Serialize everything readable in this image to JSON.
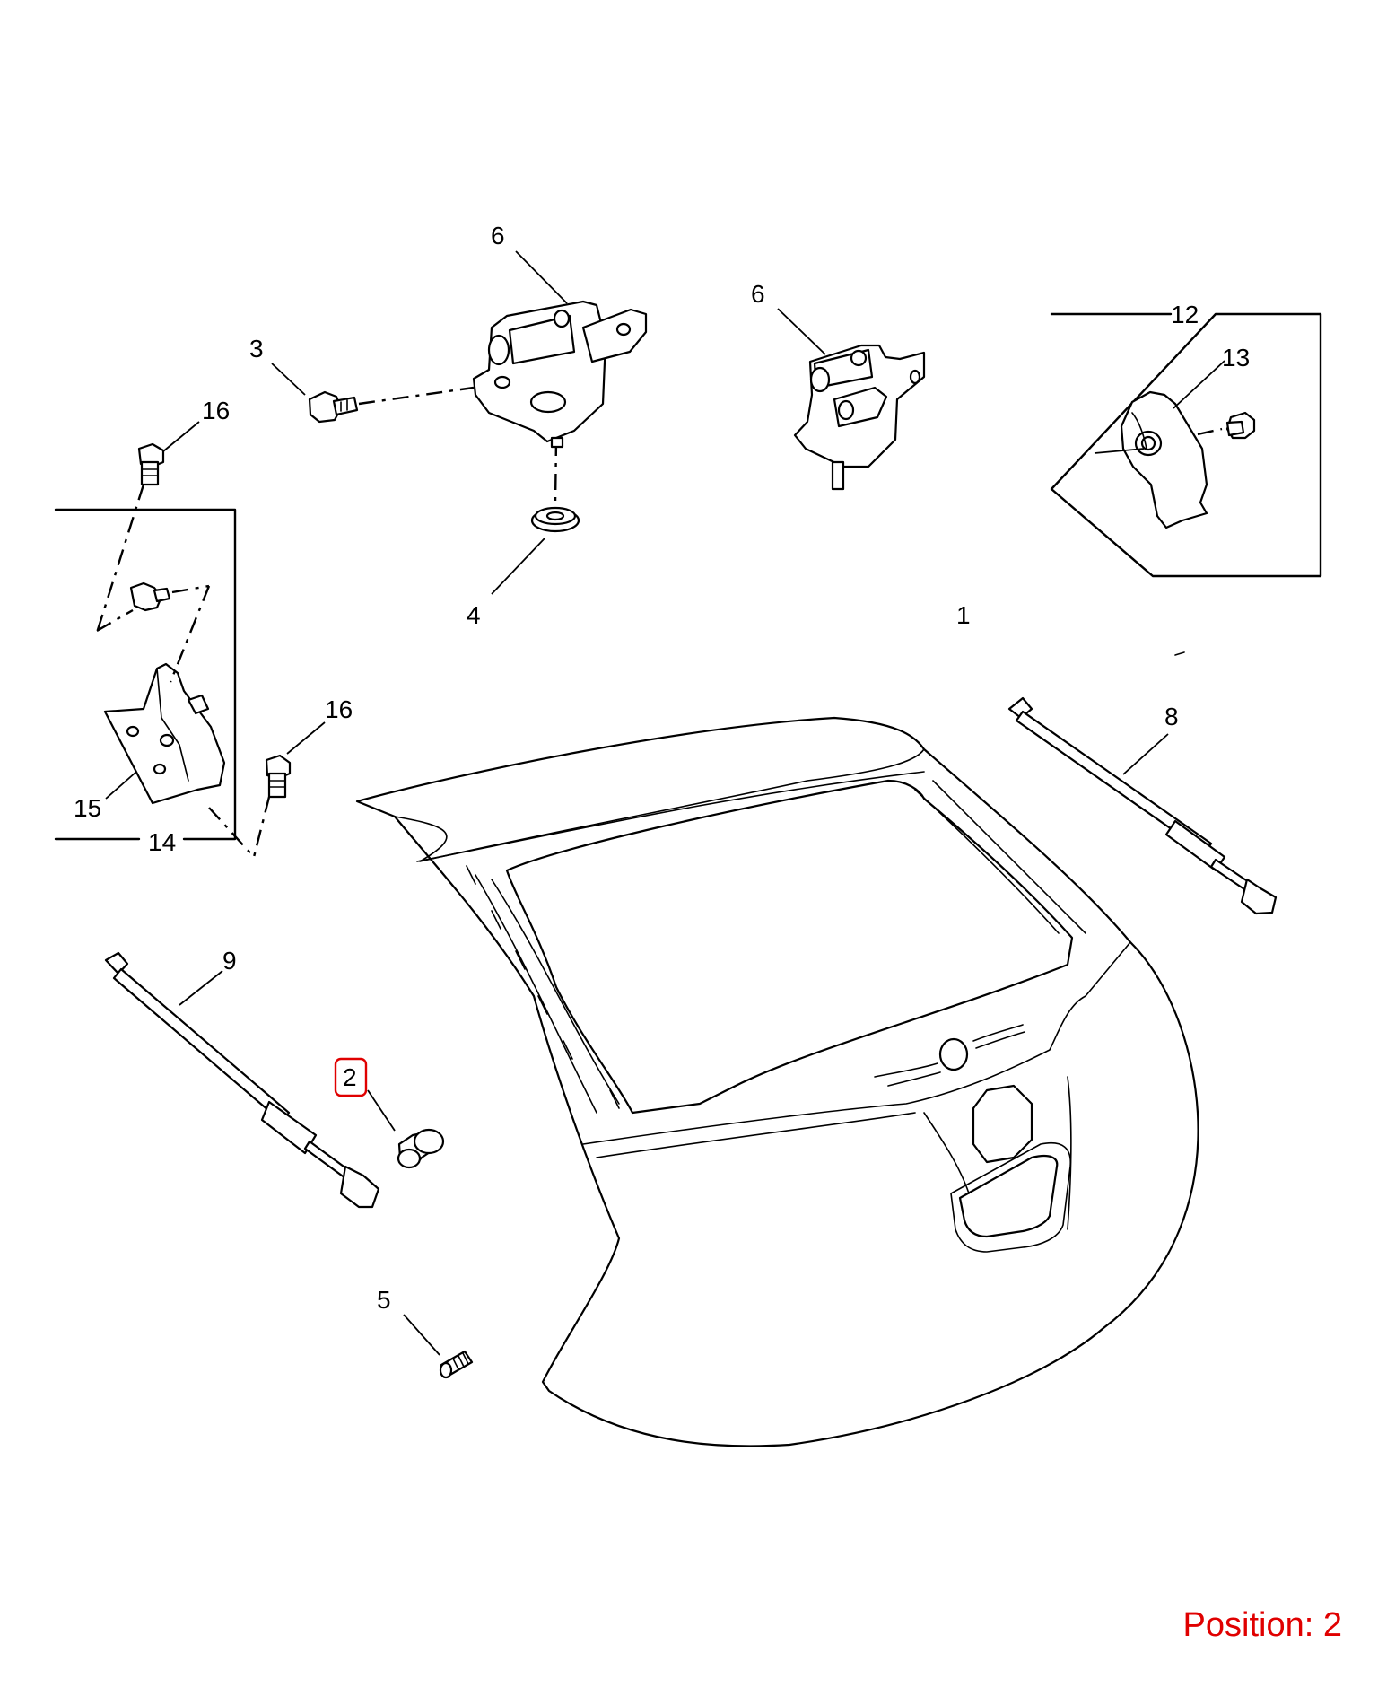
{
  "callouts": {
    "c1": "1",
    "c2": "2",
    "c3": "3",
    "c4": "4",
    "c5": "5",
    "c6a": "6",
    "c6b": "6",
    "c8": "8",
    "c9": "9",
    "c12": "12",
    "c13": "13",
    "c14": "14",
    "c15": "15",
    "c16a": "16",
    "c16b": "16"
  },
  "highlight": {
    "part": "2",
    "color": "#e00000"
  },
  "position_label": "Position: 2"
}
